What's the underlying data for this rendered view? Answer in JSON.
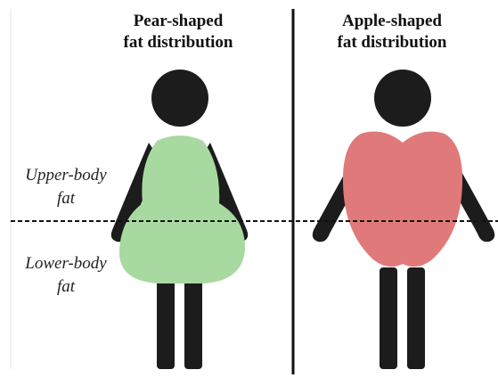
{
  "pear": {
    "title_line1": "Pear-shaped",
    "title_line2": "fat distribution",
    "fat_color": "#a8d9a0"
  },
  "apple": {
    "title_line1": "Apple-shaped",
    "title_line2": "fat distribution",
    "fat_color": "#e07a7a"
  },
  "labels": {
    "upper_line1": "Upper-body",
    "upper_line2": "fat",
    "lower_line1": "Lower-body",
    "lower_line2": "fat"
  },
  "body_color": "#1c1c1c"
}
